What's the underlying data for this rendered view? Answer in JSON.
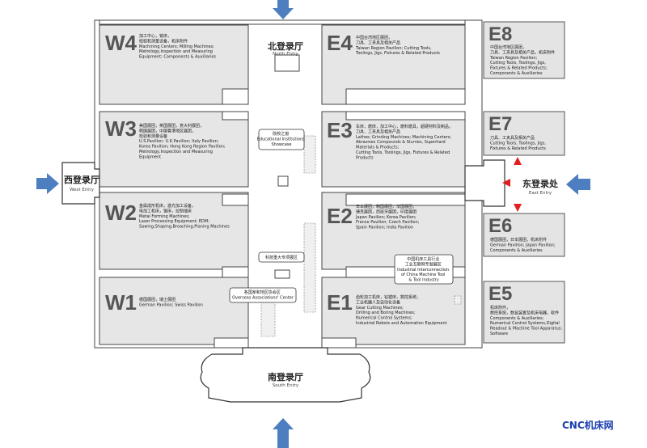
{
  "lobbies": {
    "north": {
      "cn": "北登录厅",
      "en": "North Entry"
    },
    "west": {
      "cn": "西登录厅",
      "en": "West Entry"
    },
    "east": {
      "cn": "东登录处",
      "en": "East Entry"
    },
    "south": {
      "cn": "南登录厅",
      "en": "South Entry"
    }
  },
  "halls": {
    "W4": {
      "code": "W4",
      "lines": [
        "加工中心，铣床，",
        "检验和测量设备，机床附件",
        "Machining Centers; Milling Machines;",
        "Metrology,Inspection and Measuring",
        "Equipment; Components & Auxiliaries"
      ]
    },
    "W3": {
      "code": "W3",
      "lines": [
        "美国展团，英国展团，意大利展团，",
        "韩国展团，中国香港地区展团，",
        "检验和测量设备",
        "U.S.Pavilion; U.K.Pavilion; Italy Pavilion;",
        "Korea Pavilion; Hong Kong Region Pavilion;",
        "Metrology,Inspection and Measuring",
        "Equipment"
      ]
    },
    "W2": {
      "code": "W2",
      "lines": [
        "金属成形机床，激光加工设备，",
        "电加工机床，锯床，拉刨插床",
        "Metal Forming Machines;",
        "Laser Processing Equipment; EDM;",
        "Sawing,Shaping,Broaching,Planing Machines"
      ]
    },
    "W1": {
      "code": "W1",
      "lines": [
        "德国展团，瑞士展团",
        "German Pavilion; Swiss Pavilion"
      ]
    },
    "E4": {
      "code": "E4",
      "lines": [
        "中国台湾地区展团，",
        "刀具、工夹具及相关产品",
        "Taiwan Region Pavilion; Cutting Tools,",
        "Toolings, Jigs, Fixtures & Related Products"
      ]
    },
    "E3": {
      "code": "E3",
      "lines": [
        "车床，磨床，加工中心，磨料磨具，超硬材料及制品，",
        "刀具、工夹具及相关产品",
        "Lathes; Grinding Machines; Machining Centers;",
        "Abrasives Compounds & Slurries,   Superhard",
        "Materials & Products;",
        "Cutting Tools, Toolings, Jigs, Fixtures & Related",
        "Products"
      ]
    },
    "E2": {
      "code": "E2",
      "lines": [
        "日本展团，韩国展团，法国展团，",
        "捷克展团，西班牙展团，印度展团",
        "Japan Pavilion; Korea Pavilion;",
        "France Pavilion; Czech Pavilion;",
        "Spain Pavilion; India Pavilion"
      ]
    },
    "E1": {
      "code": "E1",
      "lines": [
        "齿轮加工机床，钻镗床，数控系统，",
        "工业机器人及自动化设备",
        "Gear Cutting Machines;",
        "Drilling and Boring Machines;",
        "Numerical Control Systems;",
        "Industrial Robots and Automation Equipment"
      ]
    },
    "E8": {
      "code": "E8",
      "lines": [
        "中国台湾地区展团，",
        "刀具、工夹具及相关产品，机床附件",
        "Taiwan Region Pavilion;",
        "Cutting Tools, Toolings, Jigs,",
        "Fixtures & Related Products;",
        "Components & Auxiliaries"
      ]
    },
    "E7": {
      "code": "E7",
      "lines": [
        "刀具、工夹具及相关产品",
        "Cutting Tools, Toolings, Jigs,",
        "Fixtures & Related Products"
      ]
    },
    "E6": {
      "code": "E6",
      "lines": [
        "德国展团，日本展团，机床附件",
        "German Pavilion; Japan Pavilion;",
        "Components & Auxiliaries"
      ]
    },
    "E5": {
      "code": "E5",
      "lines": [
        "机床附件，",
        "数控系统，数显装置及机床电器，软件",
        "Components & Auxiliaries;",
        "Numerical Control Systems,Digital",
        "Readout & Machine Tool Apparatus;",
        "Software"
      ]
    }
  },
  "notes": {
    "education": [
      "院校之窗",
      "Educational Institutions",
      "Showcase"
    ],
    "key_project": [
      "科技重大专项展区"
    ],
    "overseas": [
      "各国家和地区协会区",
      "Overseas Associations' Center"
    ],
    "industrial": [
      "中国机床工具行业",
      "工业互联网专题展区",
      "Industrial Interconnection",
      "of China Machine Tool",
      "& Tool Industry"
    ]
  },
  "watermark": "CNC机床网",
  "colors": {
    "entry_arrow": "#4d7fc0",
    "east_door_arrow": "#e02020",
    "watermark": "#1a3fb0"
  }
}
